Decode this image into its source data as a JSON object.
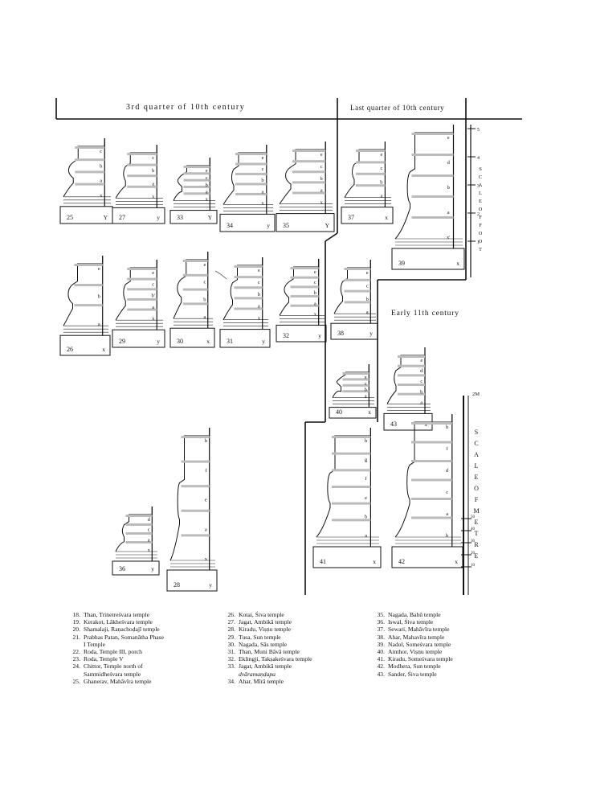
{
  "periods": {
    "p1_label": "3rd quarter of 10th century",
    "p2_label": "Last quarter of 10th century",
    "p3_label": "Early 11th century"
  },
  "scales": {
    "foot": {
      "label": "SCALE OF FOOT",
      "ticks": [
        "5",
        "4",
        "3",
        "2",
        "1"
      ]
    },
    "metre": {
      "label": "SCALE OF METRE",
      "top": "2M",
      "ticks": [
        "10",
        "20",
        "30",
        "40",
        "50"
      ]
    }
  },
  "profiles": [
    {
      "id": "p25",
      "num": "25",
      "tag": "Y",
      "parts": [
        "c",
        "b",
        "a",
        "x"
      ]
    },
    {
      "id": "p27",
      "num": "27",
      "tag": "y",
      "parts": [
        "c",
        "b",
        "a",
        "x"
      ]
    },
    {
      "id": "p33",
      "num": "33",
      "tag": "Y",
      "parts": [
        "e",
        "c",
        "b",
        "a",
        "x"
      ]
    },
    {
      "id": "p34",
      "num": "34",
      "tag": "y",
      "parts": [
        "e",
        "c",
        "b",
        "a",
        "x"
      ]
    },
    {
      "id": "p35",
      "num": "35",
      "tag": "Y",
      "parts": [
        "e",
        "c",
        "b",
        "a",
        "x"
      ]
    },
    {
      "id": "p37",
      "num": "37",
      "tag": "x",
      "parts": [
        "e",
        "c",
        "b",
        "a"
      ]
    },
    {
      "id": "p39",
      "num": "39",
      "tag": "x",
      "parts": [
        "e",
        "d",
        "b",
        "a",
        "x'"
      ]
    },
    {
      "id": "p26",
      "num": "26",
      "tag": "x",
      "parts": [
        "e",
        "b",
        "a"
      ]
    },
    {
      "id": "p29",
      "num": "29",
      "tag": "y",
      "parts": [
        "e",
        "c",
        "b'",
        "a",
        "x"
      ]
    },
    {
      "id": "p30",
      "num": "30",
      "tag": "x",
      "parts": [
        "e",
        "c",
        "b",
        "a"
      ]
    },
    {
      "id": "p31",
      "num": "31",
      "tag": "y",
      "parts": [
        "e",
        "c",
        "b",
        "a",
        "x"
      ]
    },
    {
      "id": "p32",
      "num": "32",
      "tag": "y",
      "parts": [
        "e",
        "c",
        "b",
        "a",
        "x"
      ]
    },
    {
      "id": "p38",
      "num": "38",
      "tag": "y",
      "parts": [
        "e",
        "c",
        "b",
        "a"
      ]
    },
    {
      "id": "p40",
      "num": "40",
      "tag": "x",
      "parts": [
        "e",
        "c",
        "b",
        "a"
      ]
    },
    {
      "id": "p43",
      "num": "43",
      "tag": "x",
      "parts": [
        "e",
        "d",
        "c",
        "b",
        "a"
      ]
    },
    {
      "id": "p36",
      "num": "36",
      "tag": "y",
      "parts": [
        "d",
        "c",
        "a",
        "x"
      ]
    },
    {
      "id": "p28",
      "num": "28",
      "tag": "y",
      "parts": [
        "h",
        "f",
        "e",
        "a",
        "x"
      ]
    },
    {
      "id": "p41",
      "num": "41",
      "tag": "x",
      "parts": [
        "h",
        "g",
        "f",
        "e",
        "b",
        "a"
      ]
    },
    {
      "id": "p42",
      "num": "42",
      "tag": "x",
      "parts": [
        "h",
        "f",
        "d",
        "c",
        "a",
        "b"
      ]
    }
  ],
  "legend": [
    [
      {
        "n": "18.",
        "t": "Than, Trinetreśvara temple"
      },
      {
        "n": "19.",
        "t": "Kerakot, Lākheśvara temple"
      },
      {
        "n": "20.",
        "t": "Shamalaji, Raṇachoḍajī temple"
      },
      {
        "n": "21.",
        "t": "Prabhas Patan, Somanātha Phase",
        "cont": "I Temple"
      },
      {
        "n": "22.",
        "t": "Roda, Temple III, porch"
      },
      {
        "n": "23.",
        "t": "Roda, Temple V"
      },
      {
        "n": "24.",
        "t": "Chittor, Temple north of",
        "cont": "Sammidheśvara temple"
      },
      {
        "n": "25.",
        "t": "Ghanerav, Mahāvīra temple"
      }
    ],
    [
      {
        "n": "26.",
        "t": "Kotai, Śiva temple"
      },
      {
        "n": "27.",
        "t": "Jagat, Ambikā temple"
      },
      {
        "n": "28.",
        "t": "Kiradu, Viṣṇu temple"
      },
      {
        "n": "29.",
        "t": "Tusa, Sun temple"
      },
      {
        "n": "30.",
        "t": "Nagada, Sās temple"
      },
      {
        "n": "31.",
        "t": "Than, Muni Bāvā temple"
      },
      {
        "n": "32.",
        "t": "Eklingji, Takṣakeśvara temple"
      },
      {
        "n": "33.",
        "t": "Jagat, Ambikā temple",
        "sub": "dvāramaṇḍapa"
      },
      {
        "n": "34.",
        "t": "Ahar, Mīrā temple"
      }
    ],
    [
      {
        "n": "35.",
        "t": "Nagada, Bahū temple"
      },
      {
        "n": "36.",
        "t": "Iswal, Śiva temple"
      },
      {
        "n": "37.",
        "t": "Sewari, Mahāvīra temple"
      },
      {
        "n": "38.",
        "t": "Ahar, Mahavīra temple"
      },
      {
        "n": "39.",
        "t": "Nadol, Someśvara temple"
      },
      {
        "n": "40.",
        "t": "Ainthor, Viṣṇu temple"
      },
      {
        "n": "41.",
        "t": "Kiradu, Someśvara temple"
      },
      {
        "n": "42.",
        "t": "Modhera, Sun temple"
      },
      {
        "n": "43.",
        "t": "Sander, Śiva temple"
      }
    ]
  ]
}
